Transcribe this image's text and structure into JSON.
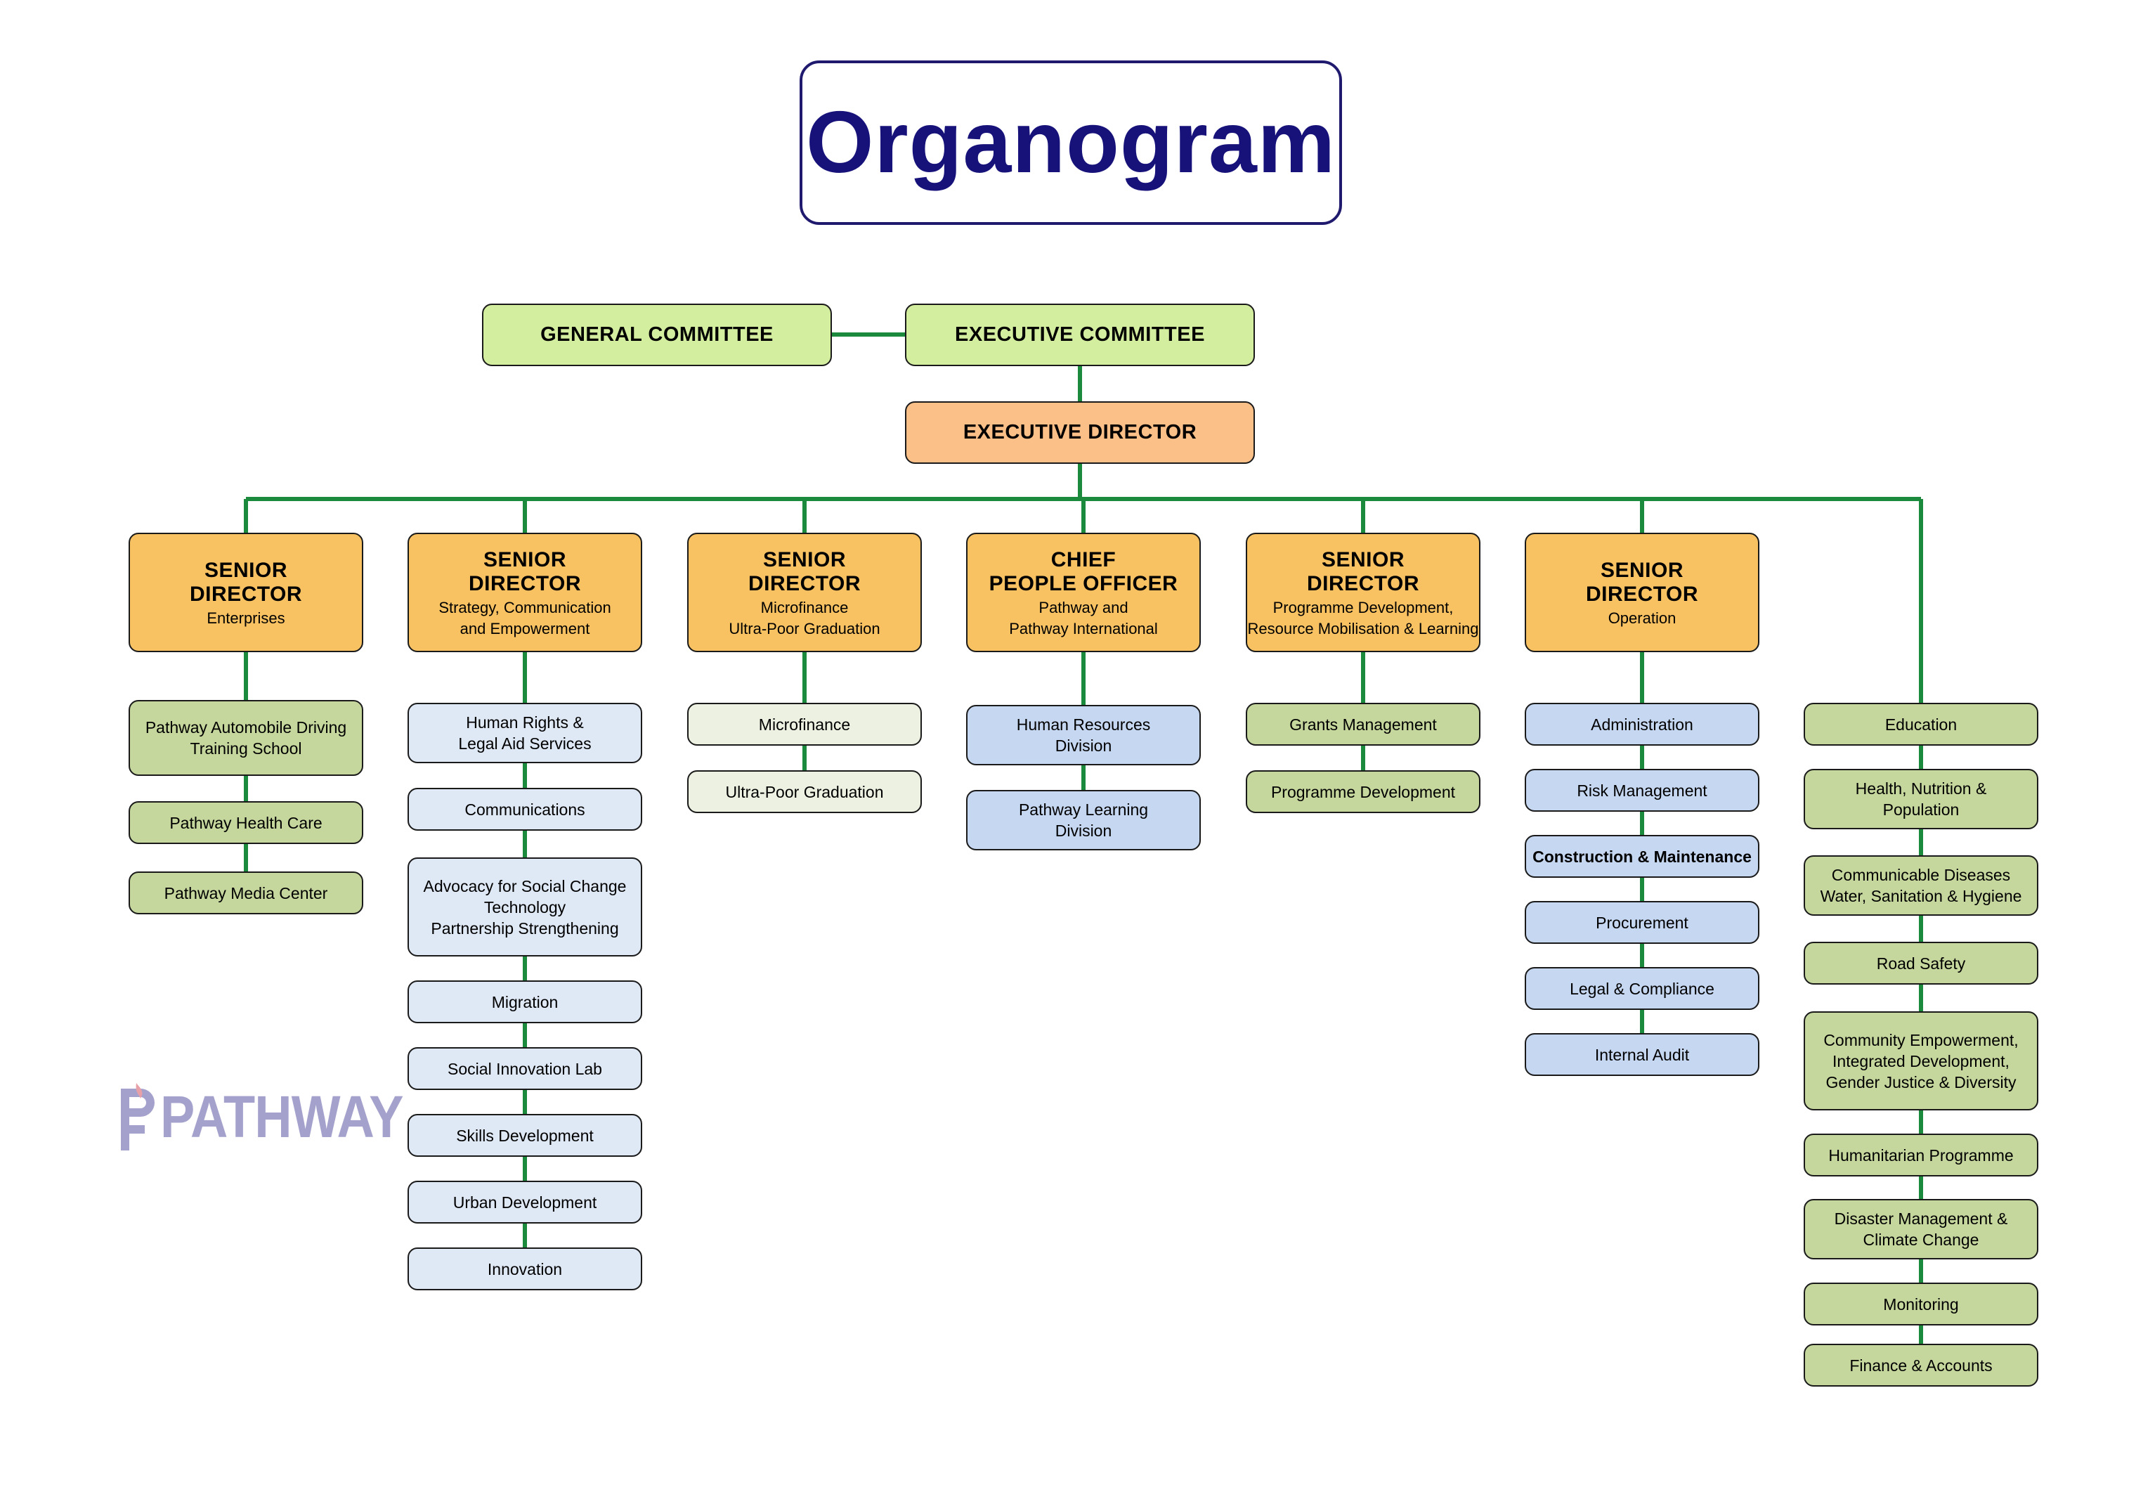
{
  "title": "Organogram",
  "colors": {
    "connector": "#1b8a3c",
    "title_text": "#16127a",
    "committee": "#d4ee9f",
    "executive": "#fbbf88",
    "senior": "#f8c262",
    "leaf_green": "#c5d79d",
    "leaf_lightblue": "#dfe8f5",
    "leaf_pale": "#ecf1e1",
    "leaf_blue": "#c6d7f1",
    "logo": "#a4a2cc"
  },
  "committees": {
    "general": "GENERAL COMMITTEE",
    "executive": "EXECUTIVE COMMITTEE"
  },
  "executive_director": "EXECUTIVE DIRECTOR",
  "columns": [
    {
      "title_line1": "SENIOR",
      "title_line2": "DIRECTOR",
      "subtitle": [
        "Enterprises"
      ],
      "units": [
        [
          "Pathway Automobile Driving",
          "Training School"
        ],
        [
          "Pathway Health Care"
        ],
        [
          "Pathway Media Center"
        ]
      ]
    },
    {
      "title_line1": "SENIOR",
      "title_line2": "DIRECTOR",
      "subtitle": [
        "Strategy, Communication",
        "and Empowerment"
      ],
      "units": [
        [
          "Human Rights &",
          "Legal Aid Services"
        ],
        [
          "Communications"
        ],
        [
          "Advocacy for Social Change",
          "Technology",
          "Partnership Strengthening"
        ],
        [
          "Migration"
        ],
        [
          "Social Innovation Lab"
        ],
        [
          "Skills Development"
        ],
        [
          "Urban Development"
        ],
        [
          "Innovation"
        ]
      ]
    },
    {
      "title_line1": "SENIOR",
      "title_line2": "DIRECTOR",
      "subtitle": [
        "Microfinance",
        "Ultra-Poor Graduation"
      ],
      "units": [
        [
          "Microfinance"
        ],
        [
          "Ultra-Poor Graduation"
        ]
      ]
    },
    {
      "title_line1": "CHIEF",
      "title_line2": "PEOPLE OFFICER",
      "subtitle": [
        "Pathway and",
        "Pathway International"
      ],
      "units": [
        [
          "Human Resources",
          "Division"
        ],
        [
          "Pathway Learning",
          "Division"
        ]
      ]
    },
    {
      "title_line1": "SENIOR",
      "title_line2": "DIRECTOR",
      "subtitle": [
        "Programme Development,",
        "Resource Mobilisation & Learning"
      ],
      "units": [
        [
          "Grants Management"
        ],
        [
          "Programme Development"
        ]
      ]
    },
    {
      "title_line1": "SENIOR",
      "title_line2": "DIRECTOR",
      "subtitle": [
        "Operation"
      ],
      "units": [
        [
          "Administration"
        ],
        [
          "Risk Management"
        ],
        [
          "Construction & Maintenance"
        ],
        [
          "Procurement"
        ],
        [
          "Legal & Compliance"
        ],
        [
          "Internal Audit"
        ]
      ]
    },
    {
      "units": [
        [
          "Education"
        ],
        [
          "Health, Nutrition &",
          "Population"
        ],
        [
          "Communicable Diseases",
          "Water, Sanitation & Hygiene"
        ],
        [
          "Road Safety"
        ],
        [
          "Community Empowerment,",
          "Integrated Development,",
          "Gender Justice & Diversity"
        ],
        [
          "Humanitarian Programme"
        ],
        [
          "Disaster Management &",
          "Climate Change"
        ],
        [
          "Monitoring"
        ],
        [
          "Finance & Accounts"
        ]
      ]
    }
  ],
  "logo": {
    "text": "PATHWAY",
    "icon": "pathway-logo-icon"
  }
}
